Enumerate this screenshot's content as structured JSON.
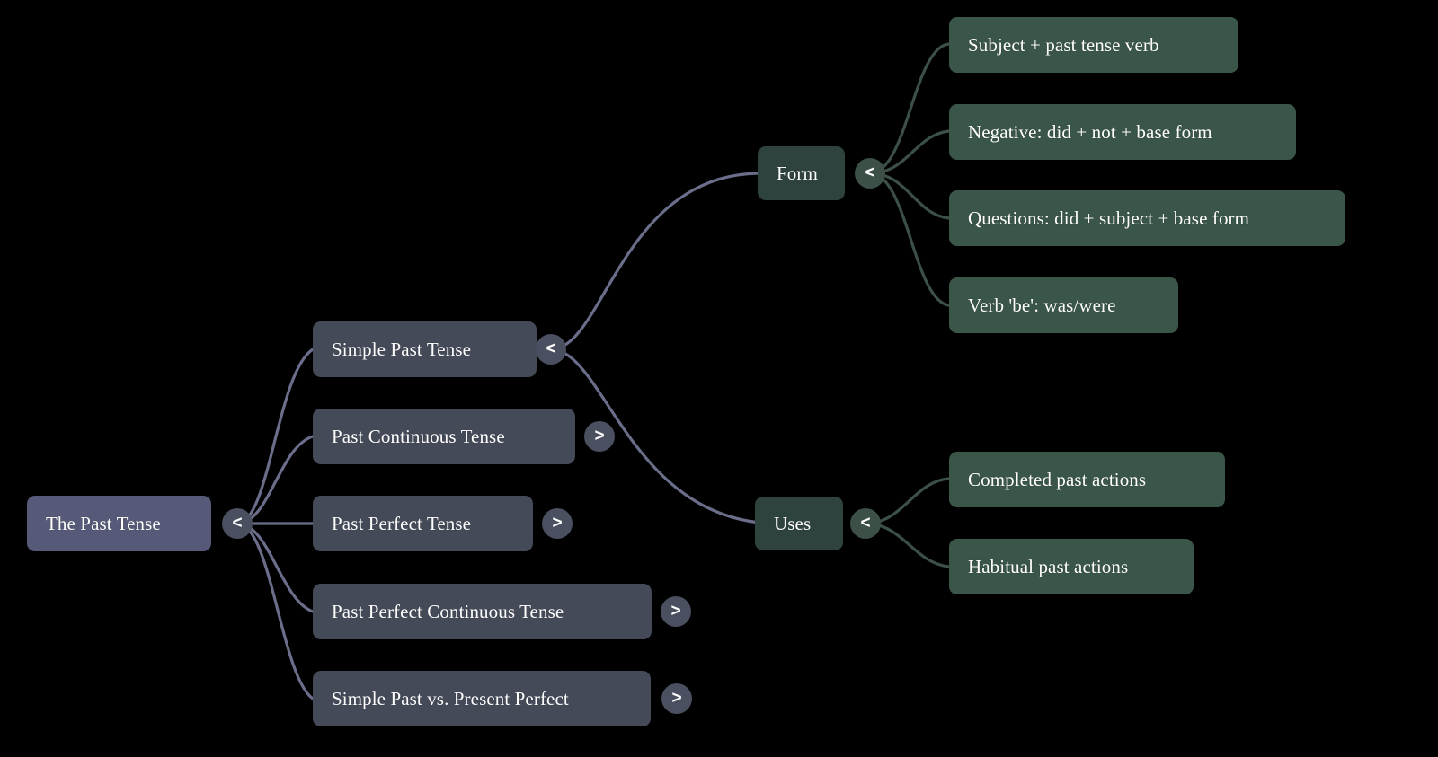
{
  "diagram": {
    "type": "mindmap",
    "title": "The Past Tense",
    "background_color": "#000000",
    "palette": {
      "root_node": "#565a78",
      "level1_node": "#454a59",
      "branch_node": "#2e423e",
      "leaf_node": "#3a5648",
      "slate_edge": "#6b6e8a",
      "green_edge": "#3d5048",
      "text": "#ffffff",
      "toggle_slate": "#4a5060",
      "toggle_green": "#3d5048"
    }
  },
  "nodes": {
    "root": {
      "label": "The Past Tense"
    },
    "level1": [
      {
        "label": "Simple Past Tense"
      },
      {
        "label": "Past Continuous Tense"
      },
      {
        "label": "Past Perfect Tense"
      },
      {
        "label": "Past Perfect Continuous Tense"
      },
      {
        "label": "Simple Past vs. Present Perfect"
      }
    ],
    "branches": [
      {
        "label": "Form"
      },
      {
        "label": "Uses"
      }
    ],
    "form_children": [
      {
        "label": "Subject + past tense verb"
      },
      {
        "label": "Negative: did + not + base form"
      },
      {
        "label": "Questions: did + subject + base form"
      },
      {
        "label": "Verb 'be': was/were"
      }
    ],
    "uses_children": [
      {
        "label": "Completed past actions"
      },
      {
        "label": "Habitual past actions"
      }
    ]
  },
  "toggles": {
    "root_collapse": "<",
    "simple_past_collapse": "<",
    "past_continuous_expand": ">",
    "past_perfect_expand": ">",
    "past_perfect_continuous_expand": ">",
    "simple_past_vs_present_perfect_expand": ">",
    "form_collapse": "<",
    "uses_collapse": "<"
  }
}
